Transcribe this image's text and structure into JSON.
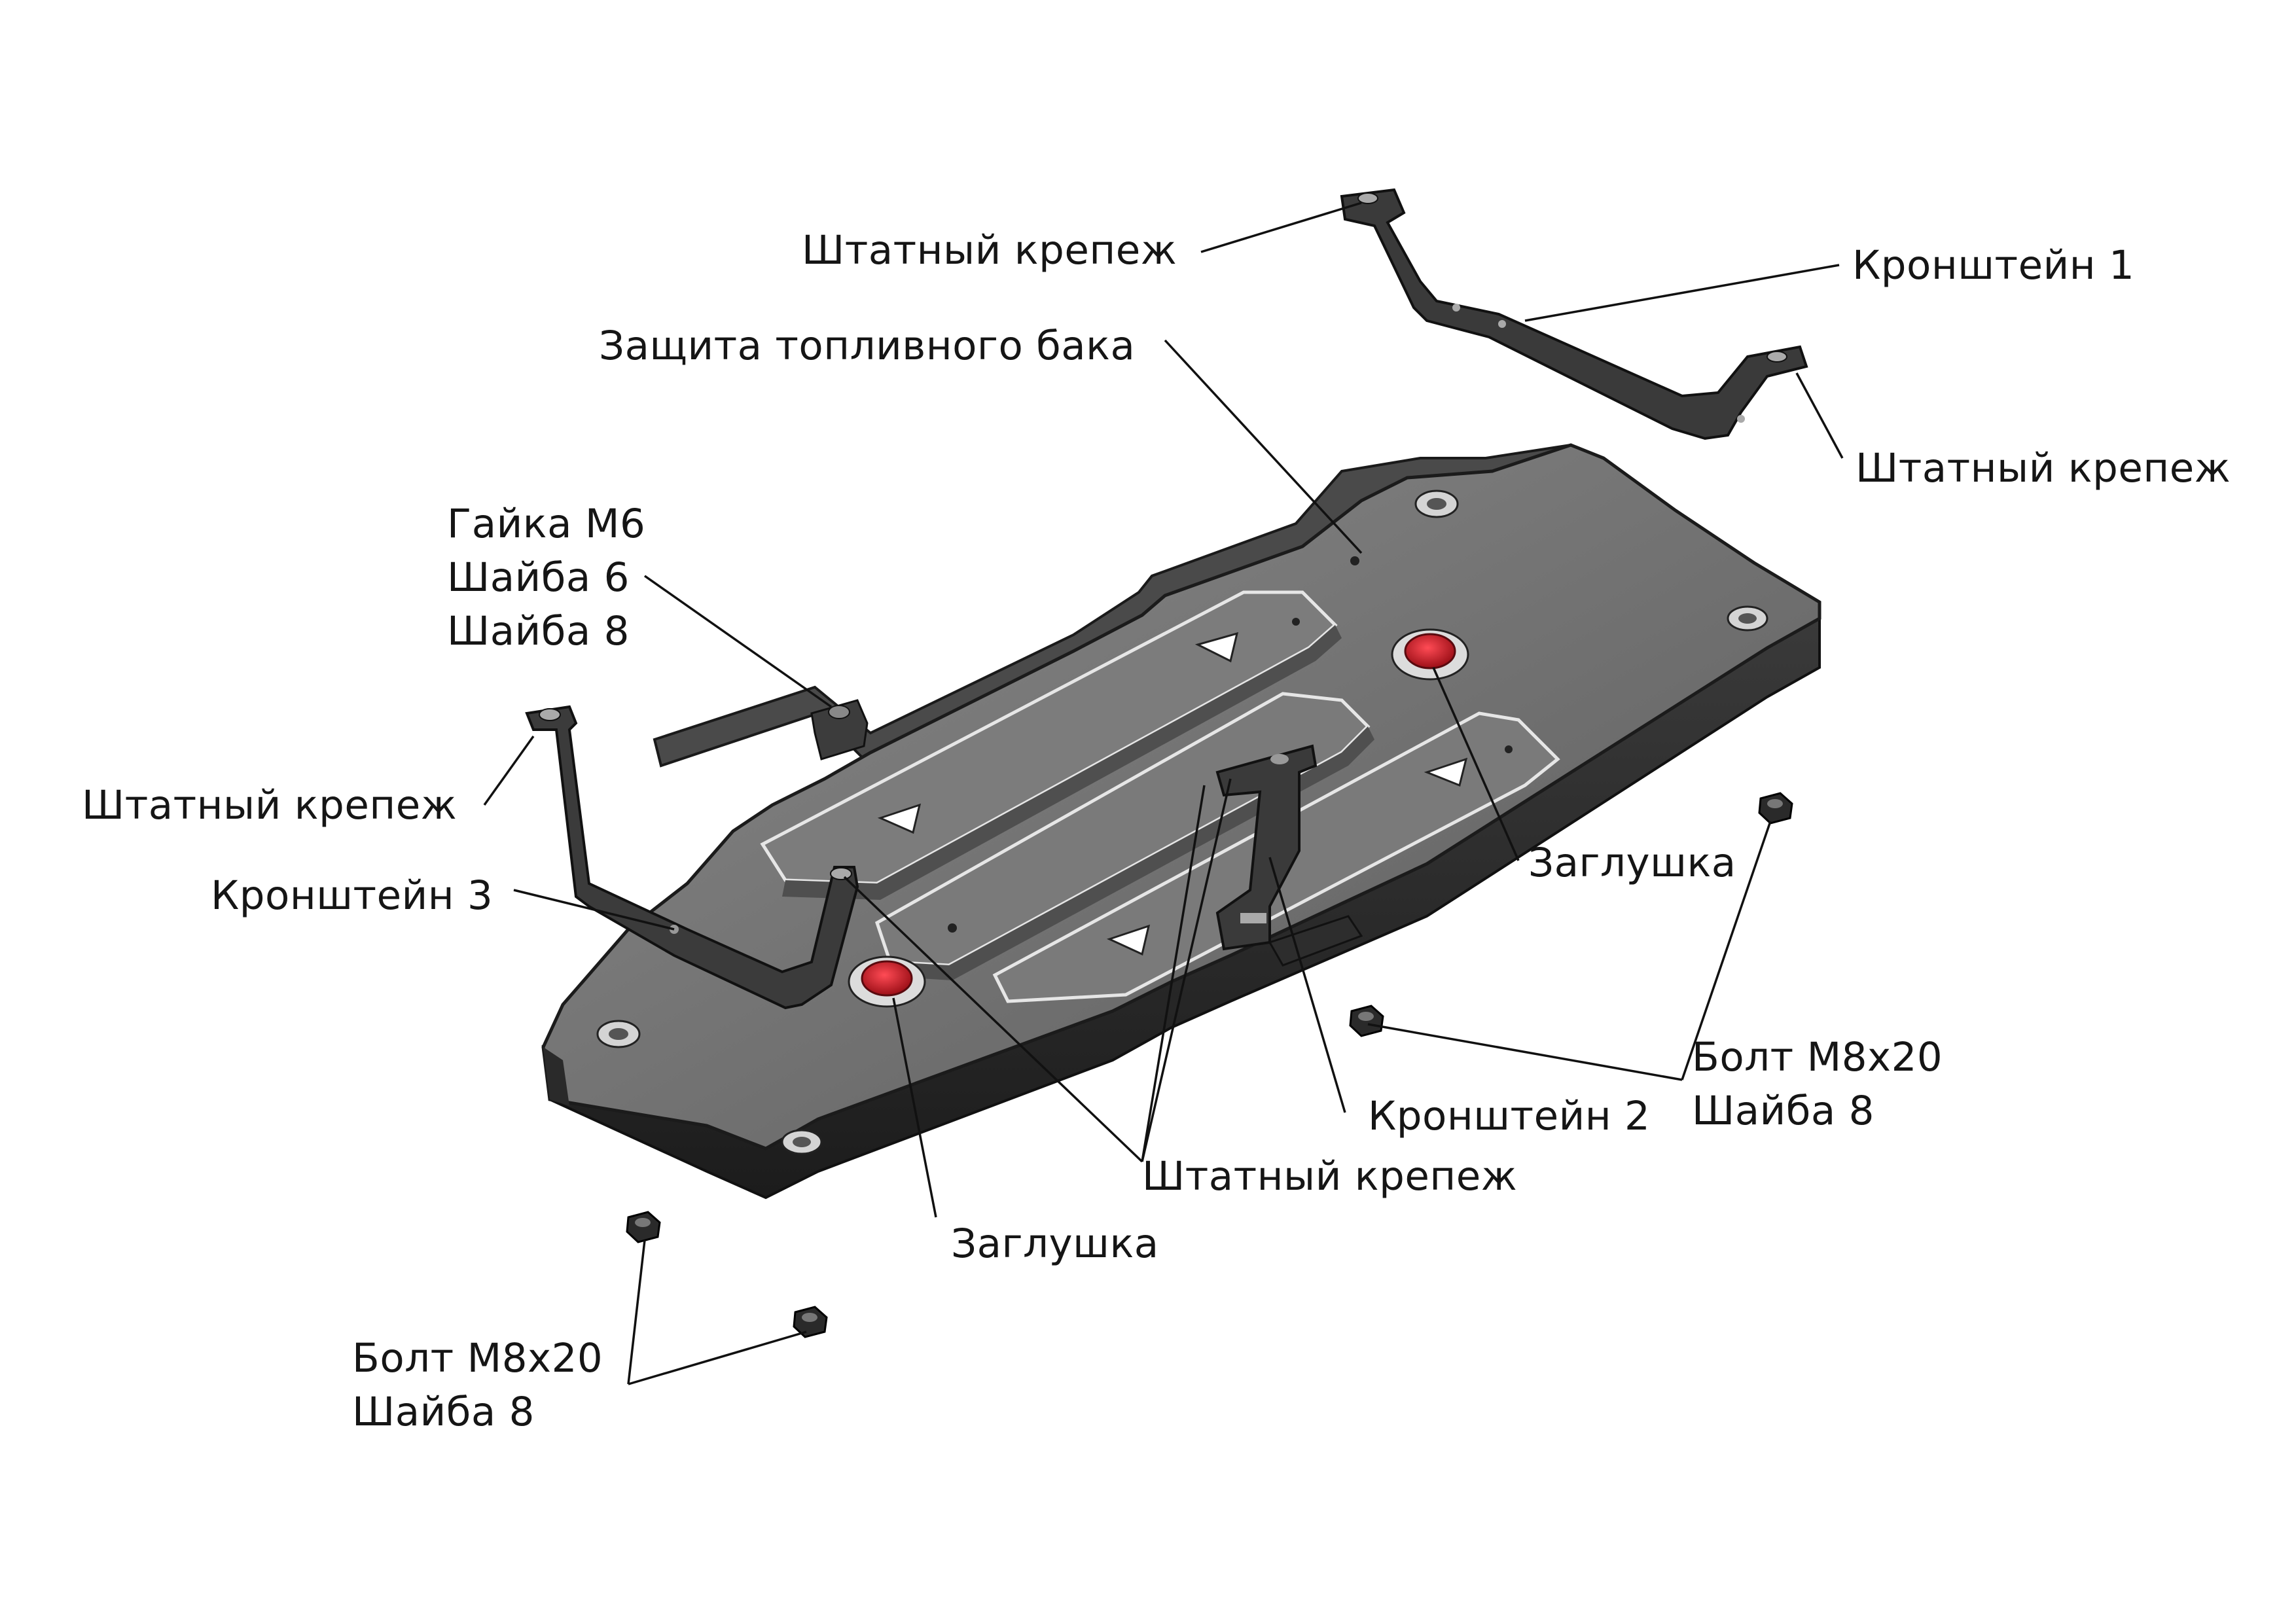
{
  "diagram": {
    "labels": {
      "shtatny_top": "Штатный крепеж",
      "kronshtein1": "Кронштейн 1",
      "zashchita": "Защита топливного бака",
      "shtatny_right": "Штатный крепеж",
      "gaika": [
        "Гайка М6",
        "Шайба 6",
        "Шайба 8"
      ],
      "shtatny_left": "Штатный крепеж",
      "kronshtein3": "Кронштейн 3",
      "zaglushka_right": "Заглушка",
      "bolt_right": [
        "Болт М8х20",
        "Шайба 8"
      ],
      "kronshtein2": "Кронштейн 2",
      "shtatny_bottom": "Штатный крепеж",
      "zaglushka_bottom": "Заглушка",
      "bolt_left": [
        "Болт М8х20",
        "Шайба 8"
      ]
    },
    "colors": {
      "plate": "#6f6f6f",
      "plate_dark": "#2c2c2c",
      "bracket": "#3a3a3a",
      "plug": "#c0141e",
      "leader": "#111111"
    }
  }
}
